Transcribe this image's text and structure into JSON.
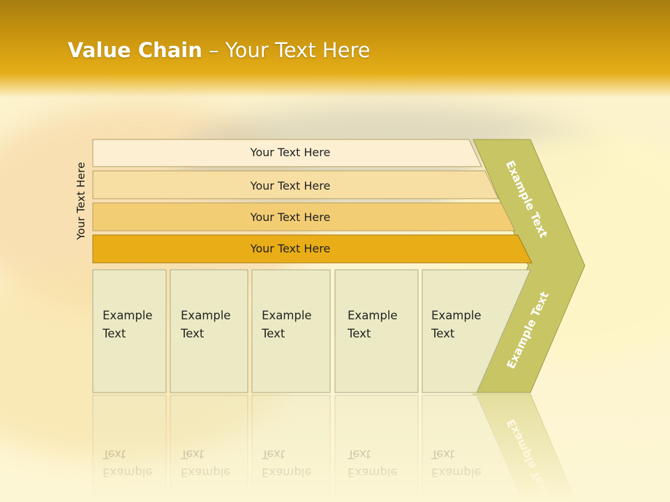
{
  "slide": {
    "title_bold": "Value Chain",
    "title_rest": " – Your Text Here",
    "side_label": "Your Text Here"
  },
  "bars": [
    {
      "label": "Your Text Here",
      "fill": "#fcefd2"
    },
    {
      "label": "Your Text Here",
      "fill": "#f7dea3"
    },
    {
      "label": "Your Text Here",
      "fill": "#f3cd74"
    },
    {
      "label": "Your Text Here",
      "fill": "#e9ad17"
    }
  ],
  "boxes": [
    {
      "line1": "Example",
      "line2": "Text"
    },
    {
      "line1": "Example",
      "line2": "Text"
    },
    {
      "line1": "Example",
      "line2": "Text"
    },
    {
      "line1": "Example",
      "line2": "Text"
    },
    {
      "line1": "Example",
      "line2": "Text"
    }
  ],
  "chevron": {
    "upper_label": "Example Text",
    "lower_label": "Example Text",
    "fill": "#c8c565"
  },
  "colors": {
    "header": "#c8940f",
    "box_fill": "#ebeac4",
    "box_stroke": "#a9a98c"
  }
}
